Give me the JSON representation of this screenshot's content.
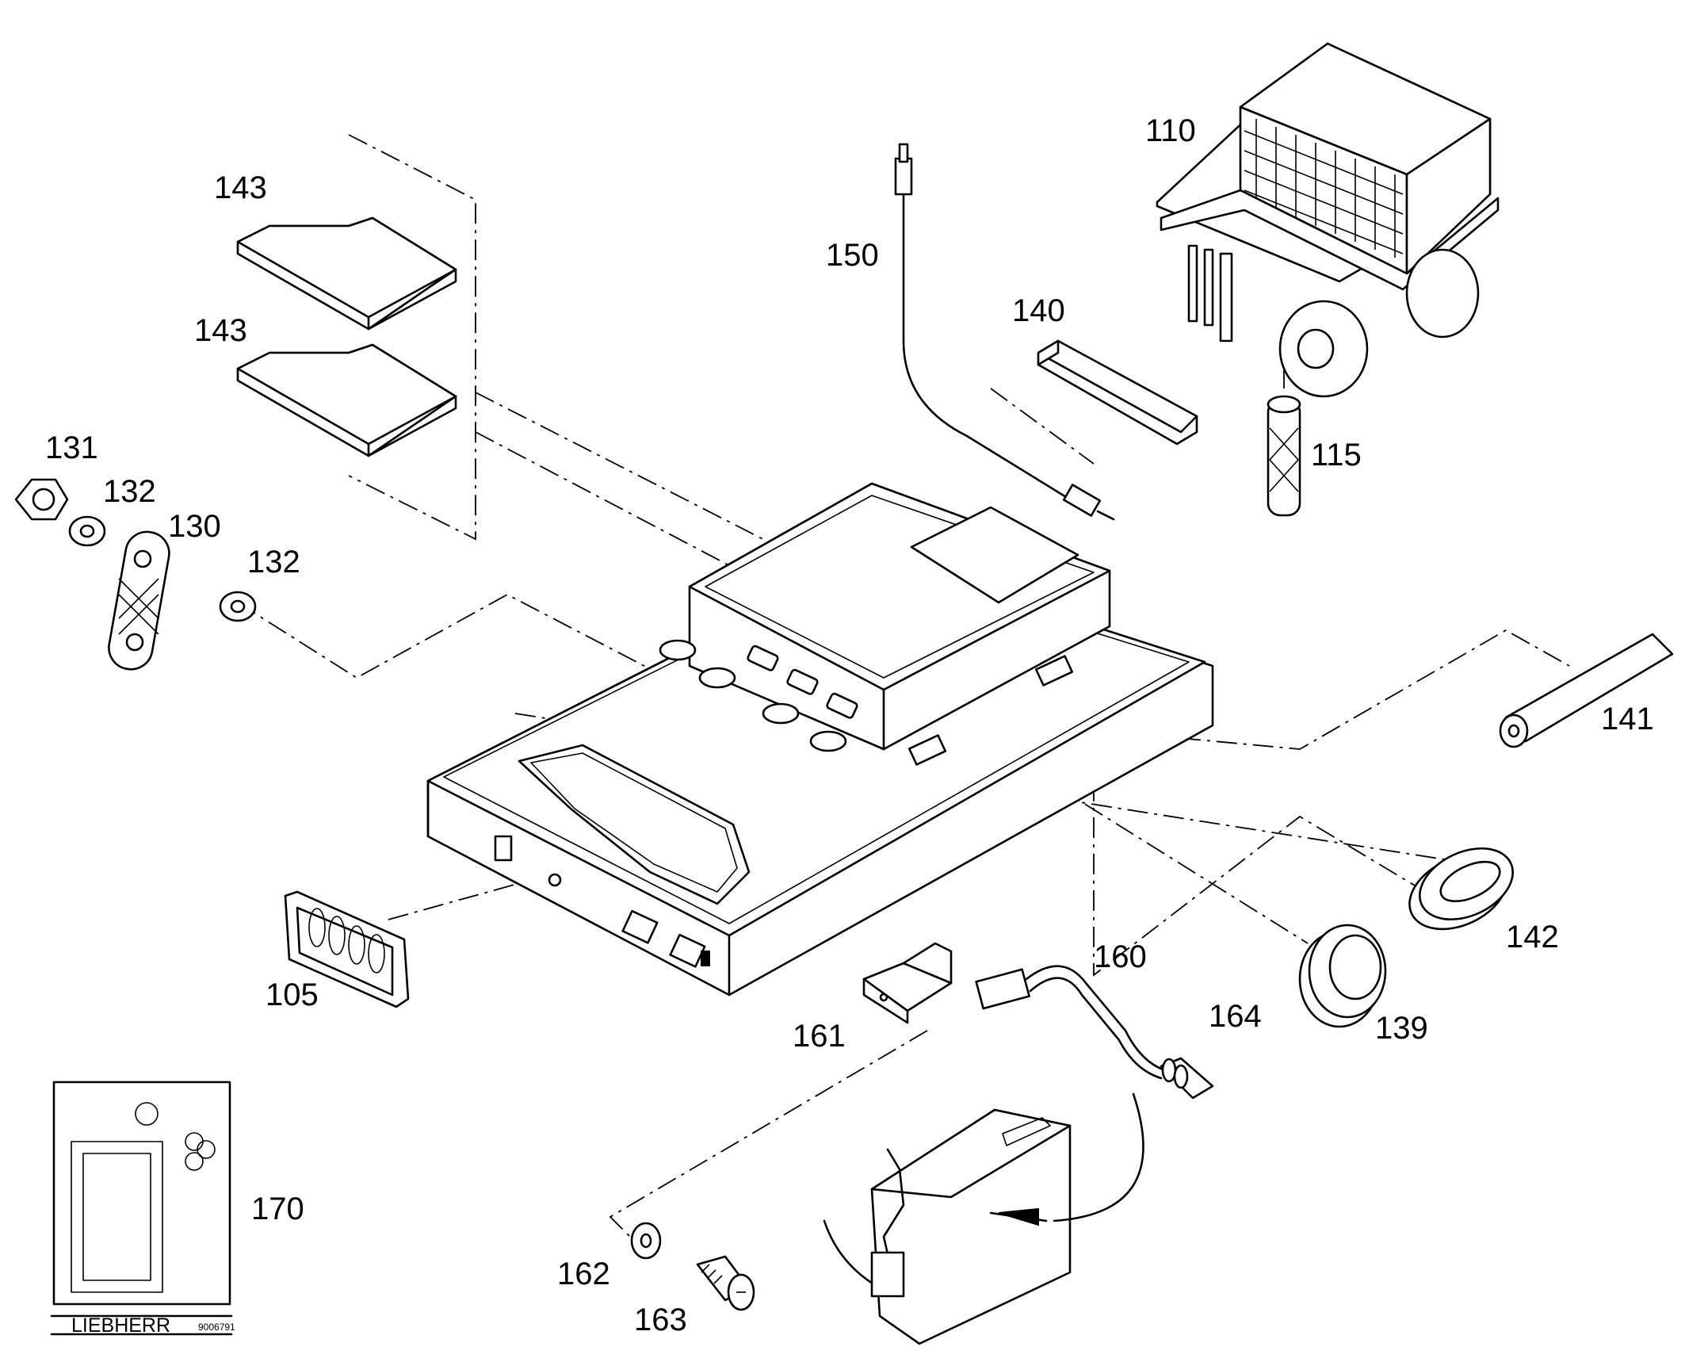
{
  "parts": {
    "p105": "105",
    "p110": "110",
    "p115": "115",
    "p130": "130",
    "p131": "131",
    "p132a": "132",
    "p132b": "132",
    "p139": "139",
    "p140": "140",
    "p141": "141",
    "p142": "142",
    "p143a": "143",
    "p143b": "143",
    "p150": "150",
    "p160": "160",
    "p161": "161",
    "p162": "162",
    "p163": "163",
    "p164": "164",
    "p170": "170"
  },
  "nameplate": {
    "brand": "LIEBHERR",
    "code": "9006791"
  }
}
